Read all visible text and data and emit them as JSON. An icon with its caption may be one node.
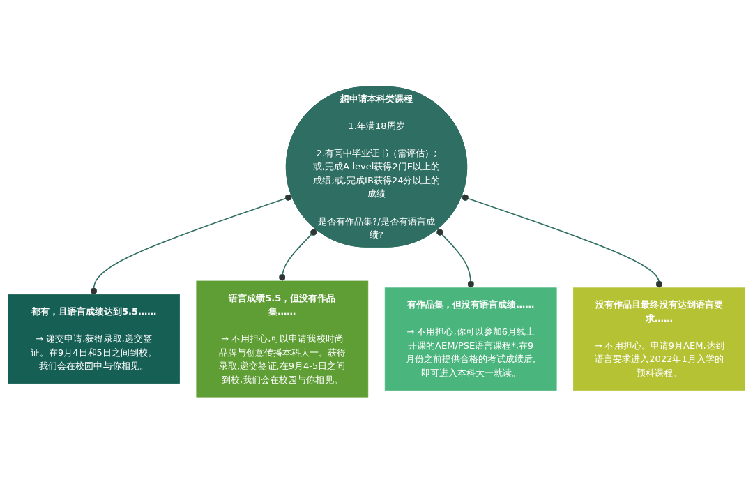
{
  "diagram": {
    "nodes": [
      {
        "text": [
          "想申请本科类课程",
          "1.年满18周岁",
          "2.有高中毕业证书（需评估）;或,完成A-level获得2门E以上的成绩;或,完成IB获得24分以上的成绩",
          "是否有作品集?/是否有语言成绩?"
        ]
      },
      {
        "text": [
          "都有，且语言成绩达到5.5……",
          "→ 递交申请,获得录取,递交签证。在9月4日和5日之间到校。我们会在校园中与你相见。"
        ]
      },
      {
        "text": [
          "语言成绩5.5，但没有作品集……",
          "→ 不用担心,可以申请我校时尚品牌与创意传播本科大一。获得录取,递交签证,在9月4-5日之间到校,我们会在校园与你相见。"
        ]
      },
      {
        "text": [
          "有作品集，但没有语言成绩……",
          "→ 不用担心,你可以参加6月线上开课的AEM/PSE语言课程*,在9月份之前提供合格的考试成绩后,即可进入本科大一就读。"
        ]
      },
      {
        "text": [
          "没有作品且最终没有达到语言要求……",
          "→ 不用担心。申请9月AEM,达到语言要求进入2022年1月入学的预科课程。"
        ]
      }
    ],
    "edges": [
      {
        "from": 0,
        "to": 1,
        "arrow": "other"
      },
      {
        "from": 0,
        "to": 2,
        "arrow": "other"
      },
      {
        "from": 0,
        "to": 3,
        "arrow": "other"
      },
      {
        "from": 0,
        "to": 4,
        "arrow": "other"
      }
    ]
  }
}
